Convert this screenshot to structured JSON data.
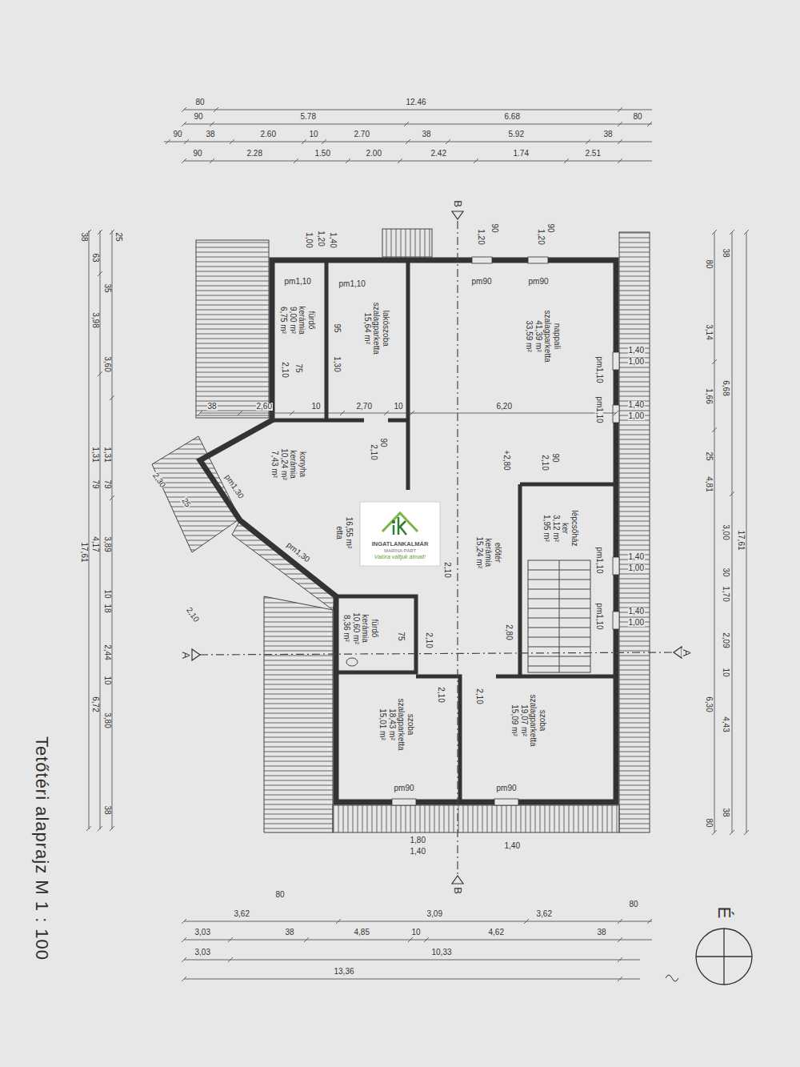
{
  "diagram": {
    "title": "Tetőtéri alaprajz M 1 : 100",
    "nodes": [
      {
        "text": [
          "nappali",
          "szalagparketta",
          "41,39 m²",
          "33,59 m²"
        ]
      },
      {
        "text": [
          "lakószoba",
          "szalagparketta",
          "15,64 m²"
        ]
      },
      {
        "text": [
          "fürdő",
          "kerámia",
          "9,00 m²",
          "6,75 m²"
        ]
      },
      {
        "text": [
          "konyha",
          "kerámia",
          "10,24 m²",
          "7,43 m²"
        ]
      },
      {
        "text": [
          "16,55 m²",
          "etta"
        ]
      },
      {
        "text": [
          "előtér",
          "kerámia",
          "15,24 m²"
        ]
      },
      {
        "text": [
          "lépcsőház",
          "ker",
          "3,12 m²",
          "1,95 m²"
        ]
      },
      {
        "text": [
          "fürdő",
          "kerámia",
          "10,60 m²",
          "8,36 m²"
        ]
      },
      {
        "text": [
          "szoba",
          "szalagparketta",
          "18,43 m²",
          "15,01 m²"
        ]
      },
      {
        "text": [
          "szoba",
          "szalagparketta",
          "19,07 m²",
          "15,09 m²"
        ]
      },
      {
        "text": [
          "INGATLANKALMÁR",
          "MARINA PART",
          "Valóra váltjuk álmait!"
        ]
      }
    ],
    "labels": [
      "80",
      "12.46",
      "90",
      "5.78",
      "6.68",
      "80",
      "90",
      "38",
      "2.60",
      "10",
      "2.70",
      "38",
      "5.92",
      "38",
      "90",
      "2.28",
      "1.50",
      "2.00",
      "2.42",
      "1.74",
      "2.51",
      "B",
      "A",
      "A",
      "B",
      "90",
      "1,20",
      "90",
      "1,20",
      "1,20",
      "1,00",
      "1,40",
      "pm90",
      "pm90",
      "pm1,10",
      "pm1,10",
      "pm1,10",
      "pm1,10",
      "pm90",
      "pm90",
      "pm1,30",
      "pm1,30",
      "pm1,10",
      "pm1,10",
      "1,40",
      "1,00",
      "1,40",
      "1,00",
      "1,40",
      "1,00",
      "1,40",
      "1,00",
      "1,80",
      "1,40",
      "1,40",
      "38",
      "2,60",
      "10",
      "2,70",
      "10",
      "6,20",
      "2,10",
      "75",
      "95",
      "1,30",
      "90",
      "2,10",
      "90",
      "2,10",
      "+2,80",
      "2,10",
      "75",
      "2,10",
      "2,10",
      "2,10",
      "2,80",
      "2,30",
      "25",
      "2,10",
      "38",
      "25",
      "63",
      "35",
      "3,98",
      "3,60",
      "1,31",
      "1,31",
      "79",
      "79",
      "17,61",
      "4,17",
      "3,89",
      "10",
      "18",
      "2,44",
      "10",
      "6,72",
      "3,80",
      "38",
      "80",
      "38",
      "3,14",
      "6,68",
      "1,66",
      "25",
      "4,81",
      "3,00",
      "30",
      "1,70",
      "2,09",
      "10",
      "6,30",
      "4,43",
      "38",
      "80",
      "17,61",
      "80",
      "3,62",
      "3,09",
      "3,62",
      "80",
      "3,03",
      "38",
      "4,85",
      "10",
      "4,62",
      "38",
      "3,03",
      "10,33",
      "13,36",
      "É"
    ]
  }
}
